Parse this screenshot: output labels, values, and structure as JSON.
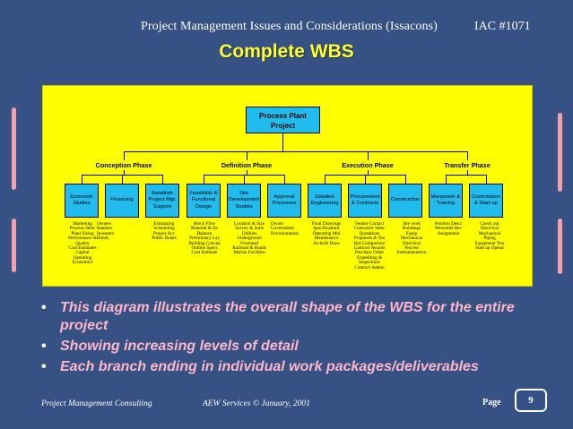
{
  "header": {
    "title": "Project Management Issues and Considerations (Issacons)",
    "id": "IAC #1071"
  },
  "slide_title": "Complete WBS",
  "diagram": {
    "root": "Process Plant Project",
    "phases": [
      {
        "label": "Conception Phase"
      },
      {
        "label": "Definition Phase"
      },
      {
        "label": "Execution Phase"
      },
      {
        "label": "Transfer Phase"
      }
    ],
    "nodes": [
      {
        "label": "Economic Studies",
        "desc": "Marketing\nProcess Selec\nPlant Sizing\nPerformance &\nQuality\nCost Estimates\nCapital\nOperating\nEconomics"
      },
      {
        "label": "Financing",
        "desc": "Owners\nBankers\nInvestors\nBonds"
      },
      {
        "label": "Establish Project Mgt. Support",
        "desc": "Estimating\nScheduling\nProject Acc\nPublic Relats"
      },
      {
        "label": "Feasibility & Functional Design",
        "desc": "Block Flow\nMaterial & En\nBalance\nPreliminary Lay\nBuilding Concep\nOutline Specs\nCost Estimate"
      },
      {
        "label": "Site Development Studies",
        "desc": "Location & Size\nSurvey & Soils\nUtilities\nUnderground\nOverhead\nRailroad & Roads\nMarine Facilities"
      },
      {
        "label": "Approval Processes",
        "desc": "Owner\nGovernment\nEnvironmental"
      },
      {
        "label": "Detailed Engineering",
        "desc": "Final Drawings\nSpecifications\nOperating Mnl\nMaintenance\nAs-built Draw"
      },
      {
        "label": "Procurement & Contracts",
        "desc": "Vendor Contact\nContractor Selec\nQuotations\nProposals & Ten\nBid Comparison\nContract Awards\nPurchase Order\nExpediting &\nInspections\nContract Admin"
      },
      {
        "label": "Construction",
        "desc": "Site work\nBuildings\nEquip\nMechanical\nElectrical\nProcess\nInstrumentation"
      },
      {
        "label": "Manpower & Training",
        "desc": "Position Descr\nPersonnel Rec\nAssignment"
      },
      {
        "label": "Commission & Start-up",
        "desc": "Check out\nElectrical\nMechanical\nPiping\nEquipment Test\nStart up Operat"
      }
    ]
  },
  "bullets": [
    "This diagram illustrates the overall shape of the WBS for the entire project",
    "Showing increasing levels of detail",
    "Each branch ending in individual work packages/deliverables"
  ],
  "footer": {
    "company": "Project Management Consulting",
    "copyright": "AEW Services © January, 2001",
    "page_label": "Page",
    "page_number": "9"
  },
  "colors": {
    "background": "#365183",
    "panel": "#ffff00",
    "node": "#22bbee",
    "title": "#ffff33",
    "bullet_text": "#ffb6c8"
  }
}
